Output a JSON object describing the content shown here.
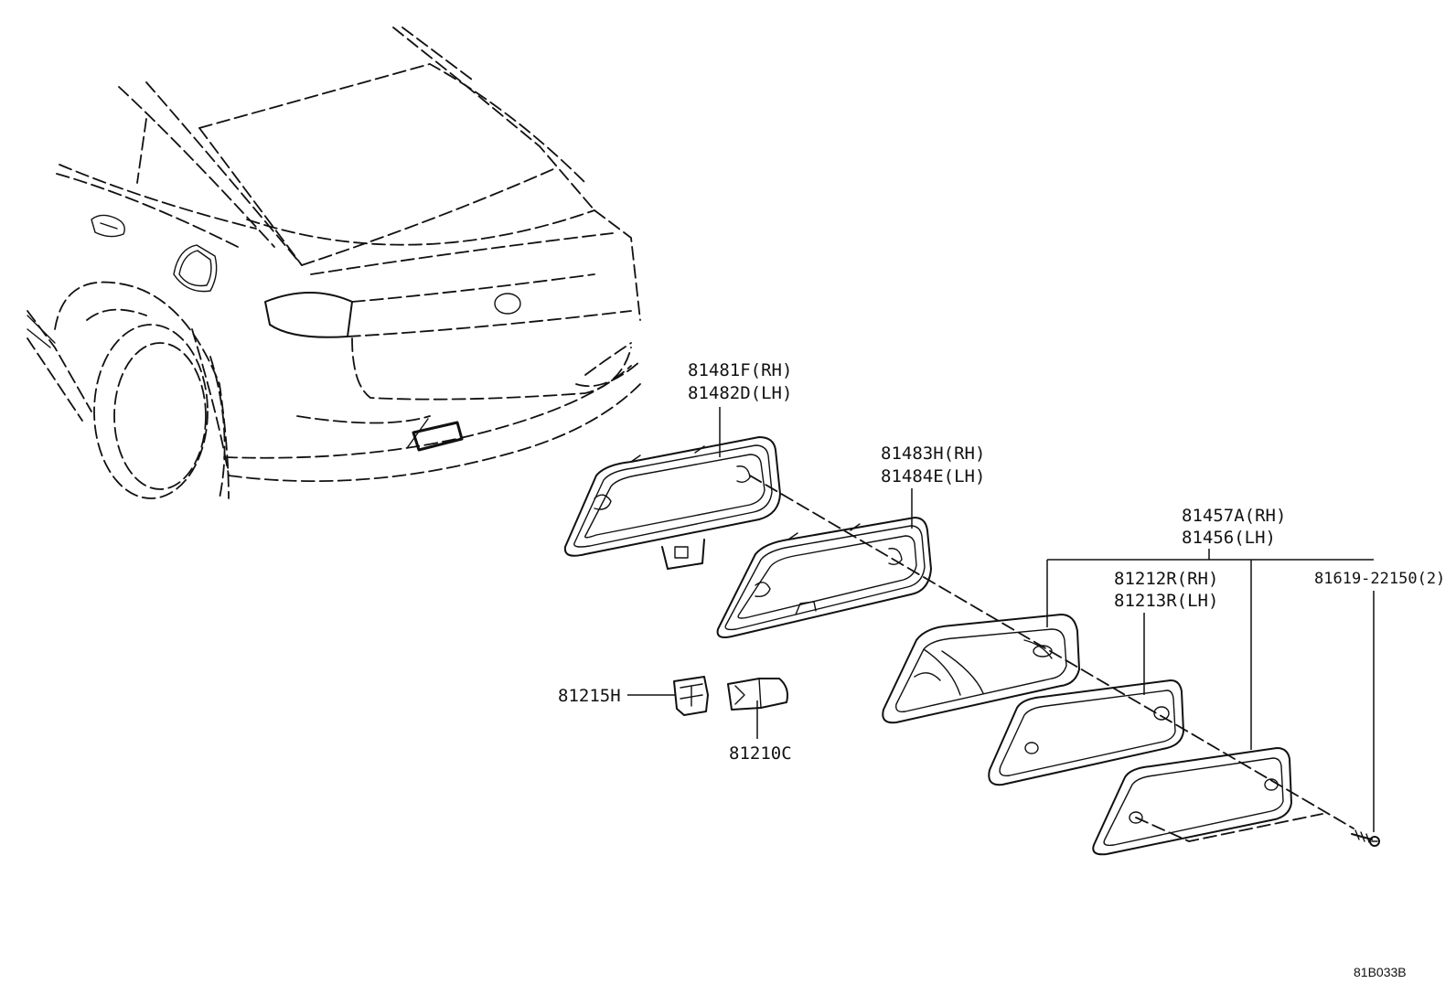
{
  "labels": {
    "frame_outer_rh": "81481F(RH)",
    "frame_outer_lh": "81482D(LH)",
    "frame_inner_rh": "81483H(RH)",
    "frame_inner_lh": "81484E(LH)",
    "lamp_assy_rh": "81457A(RH)",
    "lamp_assy_lh": "81456(LH)",
    "lens_rh": "81212R(RH)",
    "lens_lh": "81213R(LH)",
    "screw": "81619-22150(2)",
    "socket": "81215H",
    "bulb": "81210C"
  },
  "diagram_ref": "81B033B"
}
